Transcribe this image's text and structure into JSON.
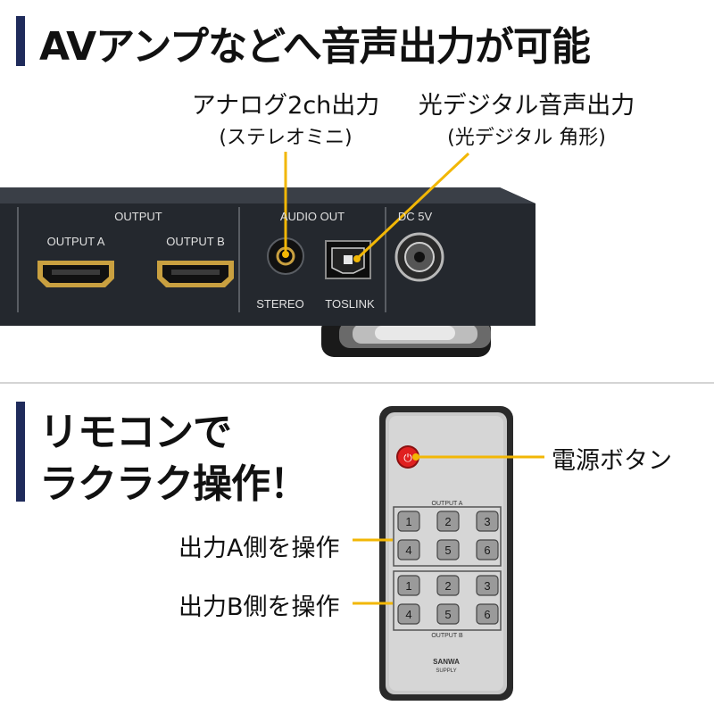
{
  "section1": {
    "title": "AVアンプなどへ音声出力が可能",
    "callout_analog": "アナログ2ch出力",
    "callout_analog_sub": "(ステレオミニ)",
    "callout_optical": "光デジタル音声出力",
    "callout_optical_sub": "(光デジタル 角形)",
    "device": {
      "output_group": "OUTPUT",
      "output_a": "OUTPUT A",
      "output_b": "OUTPUT B",
      "audio_out": "AUDIO OUT",
      "stereo": "STEREO",
      "toslink": "TOSLINK",
      "dc": "DC 5V"
    }
  },
  "section2": {
    "title_line1": "リモコンで",
    "title_line2": "ラクラク操作！",
    "callout_power": "電源ボタン",
    "callout_output_a": "出力A側を操作",
    "callout_output_b": "出力B側を操作",
    "remote": {
      "output_a_label": "OUTPUT A",
      "output_b_label": "OUTPUT B",
      "buttons_a": [
        "1",
        "2",
        "3",
        "4",
        "5",
        "6"
      ],
      "buttons_b": [
        "1",
        "2",
        "3",
        "4",
        "5",
        "6"
      ],
      "brand_line1": "SANWA",
      "brand_line2": "SUPPLY"
    }
  },
  "colors": {
    "accent_bar": "#1f2b5b",
    "callout_line": "#f2b705",
    "power_button": "#e02020"
  }
}
